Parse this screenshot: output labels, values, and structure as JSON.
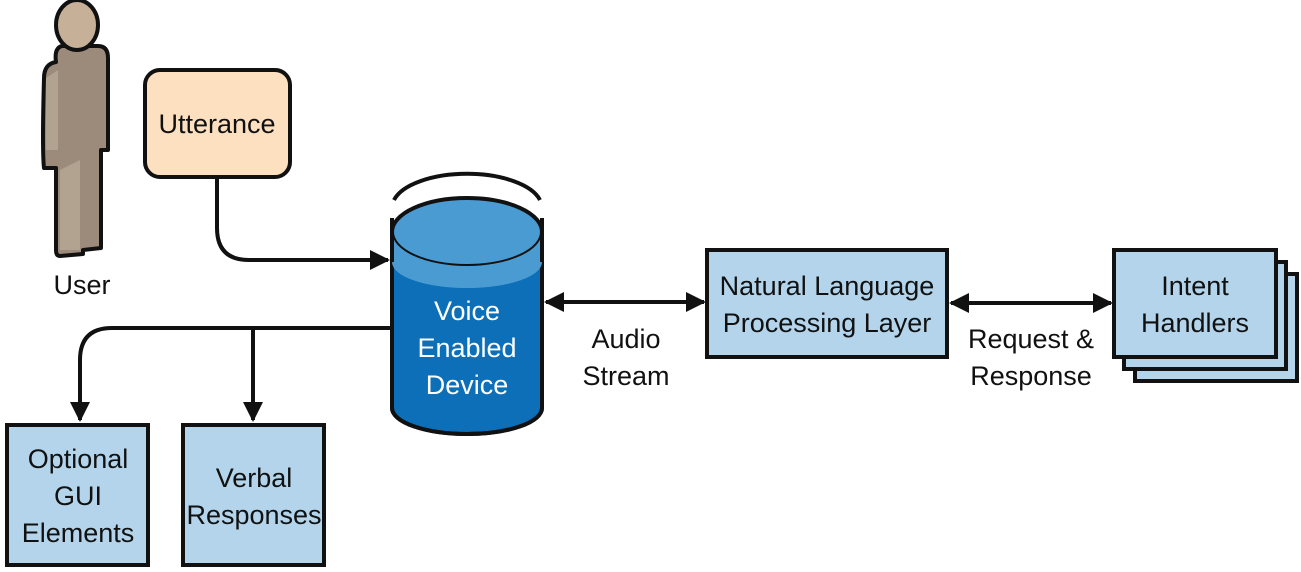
{
  "diagram": {
    "title": "Voice interface architecture",
    "colors": {
      "box_fill": "#b3d4ea",
      "utterance_fill": "#fde0c0",
      "device_body": "#0c6fb8",
      "device_top": "#4a9bd1",
      "stroke": "#111111",
      "user_body": "#9c8b7a",
      "user_light": "#b2a391",
      "user_head": "#c6b198"
    },
    "nodes": {
      "user": {
        "label": "User",
        "icon": "person-icon"
      },
      "utterance": {
        "label": "Utterance"
      },
      "device": {
        "lines": [
          "Voice",
          "Enabled",
          "Device"
        ],
        "icon": "cylinder-icon"
      },
      "nlp": {
        "lines": [
          "Natural Language",
          "Processing Layer"
        ]
      },
      "intent": {
        "lines": [
          "Intent",
          "Handlers"
        ]
      },
      "gui": {
        "lines": [
          "Optional",
          "GUI",
          "Elements"
        ]
      },
      "verbal": {
        "lines": [
          "Verbal",
          "Responses"
        ]
      }
    },
    "edges": {
      "utterance_to_device": {
        "from": "Utterance",
        "to": "Voice Enabled Device",
        "direction": "one-way"
      },
      "device_nlp": {
        "lines": [
          "Audio",
          "Stream"
        ],
        "direction": "two-way"
      },
      "nlp_intent": {
        "lines": [
          "Request &",
          "Response"
        ],
        "direction": "two-way"
      },
      "device_to_gui": {
        "from": "Voice Enabled Device",
        "to": "Optional GUI Elements",
        "direction": "one-way"
      },
      "device_to_verbal": {
        "from": "Voice Enabled Device",
        "to": "Verbal Responses",
        "direction": "one-way"
      }
    }
  }
}
